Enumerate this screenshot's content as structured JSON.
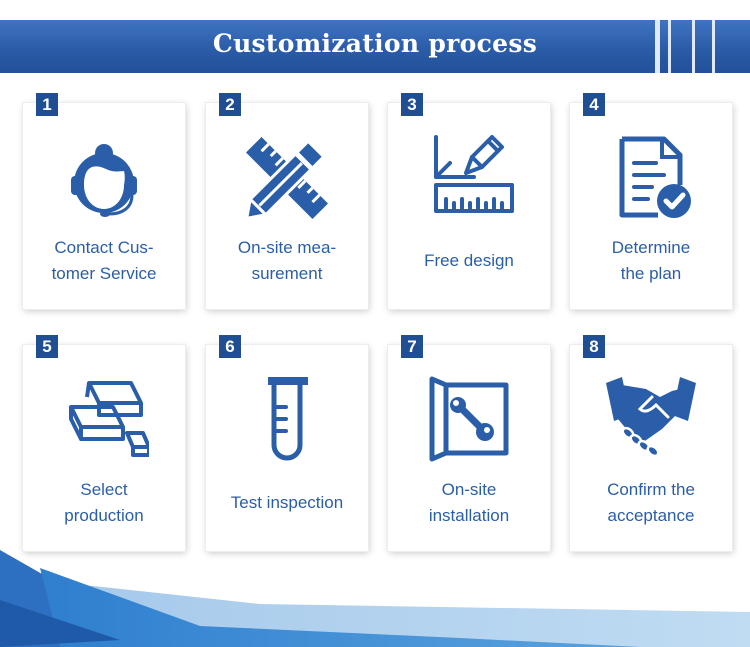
{
  "banner": {
    "title": "Customization process"
  },
  "colors": {
    "primary": "#2a5ea8",
    "badge": "#1f4f92",
    "banner": "#2b5ca8"
  },
  "steps": [
    {
      "number": "1",
      "label": "Contact Cus-\ntomer Service",
      "icon": "customer-service-icon"
    },
    {
      "number": "2",
      "label": "On-site mea-\nsurement",
      "icon": "ruler-pencil-icon"
    },
    {
      "number": "3",
      "label": "Free design",
      "icon": "design-icon"
    },
    {
      "number": "4",
      "label": "Determine\nthe plan",
      "icon": "plan-icon"
    },
    {
      "number": "5",
      "label": "Select\nproduction",
      "icon": "gold-bars-icon"
    },
    {
      "number": "6",
      "label": "Test inspection",
      "icon": "test-tube-icon"
    },
    {
      "number": "7",
      "label": "On-site\ninstallation",
      "icon": "installation-icon"
    },
    {
      "number": "8",
      "label": "Confirm the\nacceptance",
      "icon": "handshake-icon"
    }
  ]
}
